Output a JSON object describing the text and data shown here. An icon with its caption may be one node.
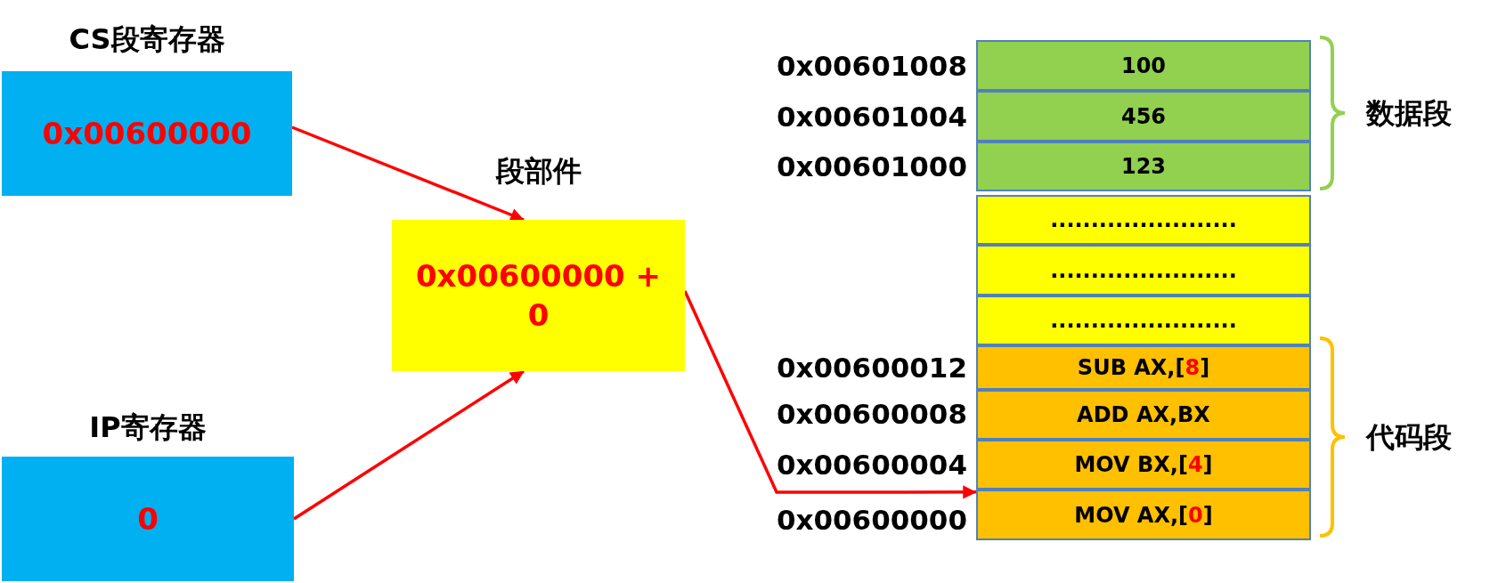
{
  "diagram": {
    "nodes": [
      {
        "text": [
          "CS段寄存器",
          "0x00600000"
        ]
      },
      {
        "text": [
          "IP寄存器",
          "0"
        ]
      },
      {
        "text": [
          "段部件",
          "0x00600000 + 0"
        ]
      },
      {
        "text": [
          "100"
        ],
        "beside": [
          "0x00601008"
        ]
      },
      {
        "text": [
          "456"
        ],
        "beside": [
          "0x00601004"
        ]
      },
      {
        "text": [
          "123"
        ],
        "beside": [
          "0x00601000"
        ]
      },
      {
        "text": [
          "......................."
        ]
      },
      {
        "text": [
          "......................."
        ]
      },
      {
        "text": [
          "......................."
        ]
      },
      {
        "text": [
          "SUB AX,[8]"
        ],
        "beside": [
          "0x00600012"
        ]
      },
      {
        "text": [
          "ADD AX,BX"
        ],
        "beside": [
          "0x00600008"
        ]
      },
      {
        "text": [
          "MOV BX,[4]"
        ],
        "beside": [
          "0x00600004"
        ]
      },
      {
        "text": [
          "MOV AX,[0]"
        ],
        "beside": [
          "0x00600000"
        ]
      }
    ],
    "edges": [
      {
        "from": 0,
        "to": 2,
        "arrow": "to"
      },
      {
        "from": 1,
        "to": 2,
        "arrow": "to"
      },
      {
        "from": 2,
        "to": 12,
        "arrow": "to"
      }
    ],
    "labels": [
      "数据段",
      "代码段"
    ]
  }
}
